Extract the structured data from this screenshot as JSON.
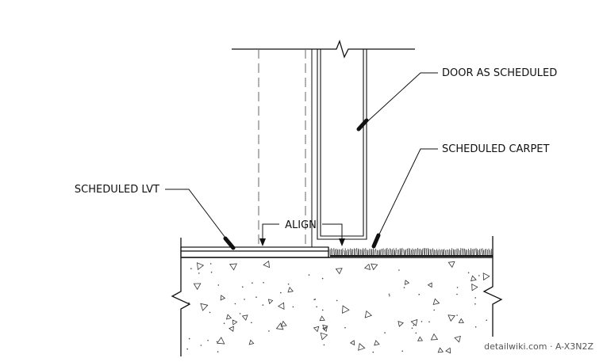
{
  "labels": {
    "door": "DOOR AS SCHEDULED",
    "carpet": "SCHEDULED CARPET",
    "lvt": "SCHEDULED LVT",
    "align": "ALIGN"
  },
  "watermark": "detailwiki.com · A-X3N2Z",
  "colors": {
    "line": "#111111",
    "hidden_line": "#666666",
    "background": "#ffffff"
  }
}
